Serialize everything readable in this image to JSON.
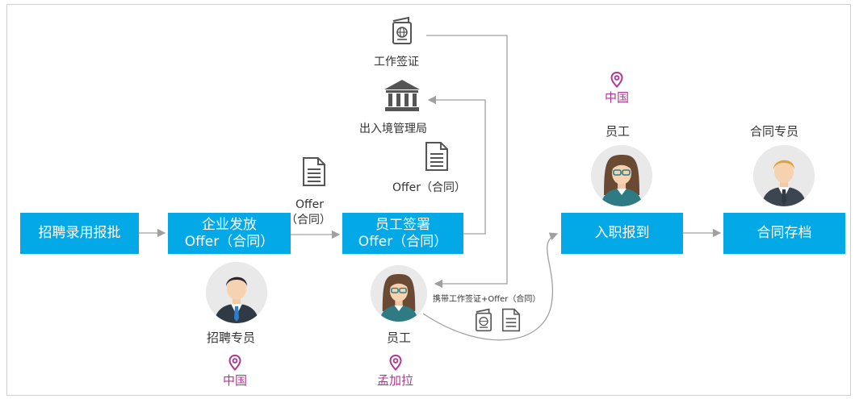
{
  "boxes": {
    "approval": "招聘录用报批",
    "issue_line1": "企业发放",
    "issue_line2": "Offer（合同）",
    "sign_line1": "员工签署",
    "sign_line2": "Offer（合同）",
    "onboard": "入职报到",
    "archive": "合同存档"
  },
  "labels": {
    "offer_arrow_line1": "Offer",
    "offer_arrow_line2": "（合同）",
    "work_visa": "工作签证",
    "immigration": "出入境管理局",
    "offer_mid": "Offer（合同）",
    "carry": "携带工作签证+Offer（合同）"
  },
  "people": {
    "recruiter": "招聘专员",
    "employee_bd": "员工",
    "employee_cn": "员工",
    "contract_specialist": "合同专员"
  },
  "locations": {
    "recruiter_loc": "中国",
    "employee_bd_loc": "孟加拉",
    "employee_cn_loc": "中国"
  },
  "colors": {
    "box_blue": "#03a9e7",
    "pin_magenta": "#b0378f",
    "arrow_gray": "#a0a0a0"
  },
  "icons": [
    "document-icon",
    "passport-icon",
    "bank-icon",
    "location-pin-icon",
    "avatar"
  ]
}
